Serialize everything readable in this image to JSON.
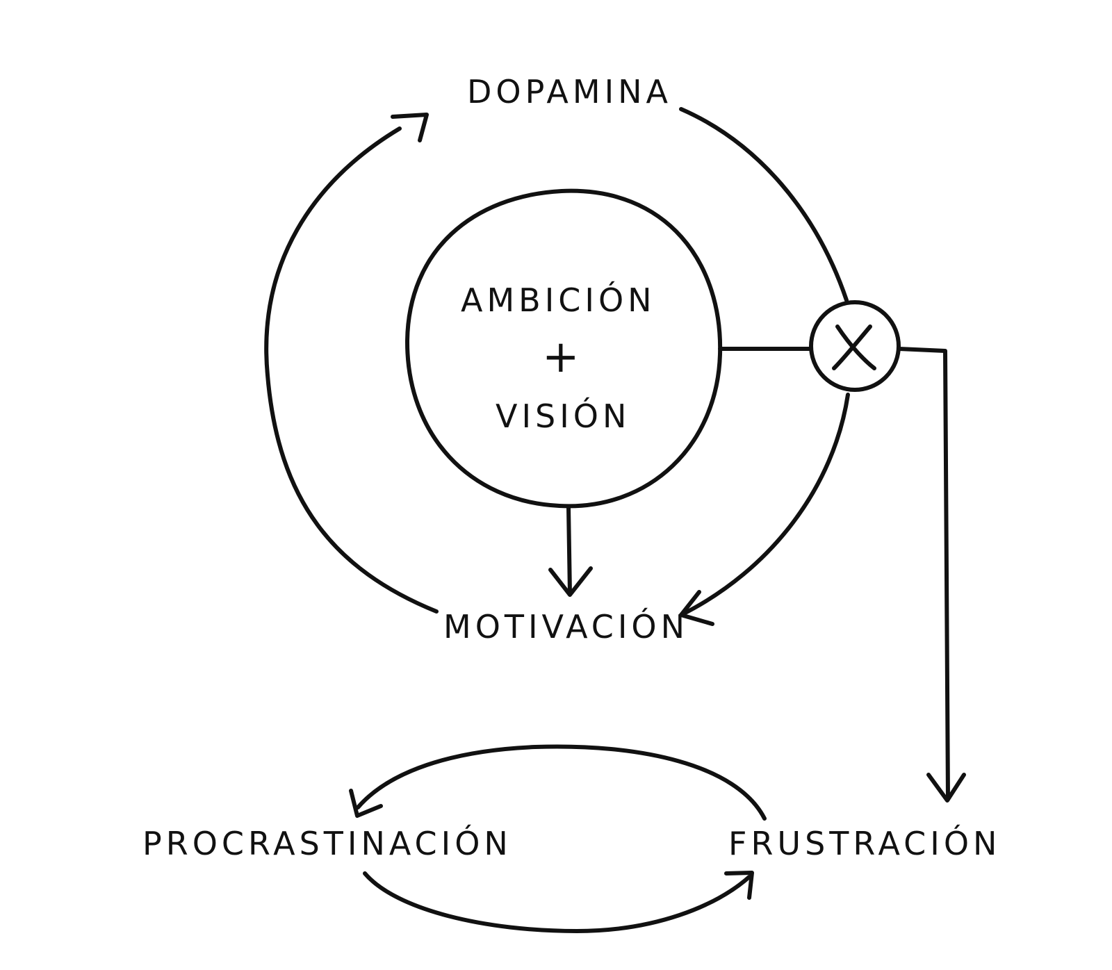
{
  "labels": {
    "dopamina": "DOPAMINA",
    "ambicion": "AMBICIÓN",
    "plus": "+",
    "vision": "VISIÓN",
    "motivacion": "MOTIVACIÓN",
    "procrastinacion": "PROCRASTINACIÓN",
    "frustracion": "FRUSTRACIÓN",
    "node_x": "X"
  },
  "colors": {
    "ink": "#111111",
    "background": "#ffffff"
  }
}
